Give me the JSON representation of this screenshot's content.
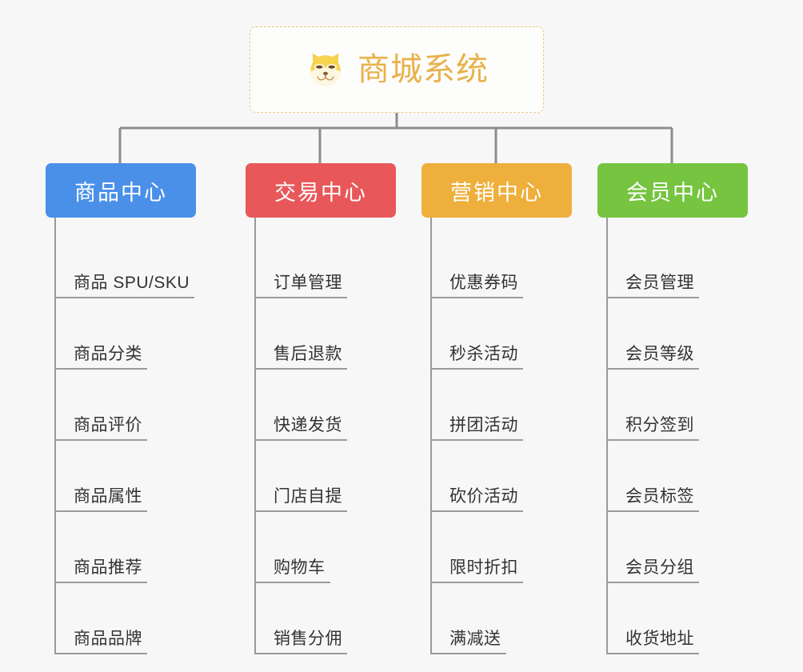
{
  "diagram": {
    "type": "mind-map",
    "background_color": "#f7f7f7",
    "root": {
      "title": "商城系统",
      "icon": "shiba-inu-dog-face-emoji",
      "border_color": "#eec985",
      "text_color": "#e8b14b",
      "background_color": "#fdfdfb"
    },
    "connector_color": "#8c8c8c",
    "branches": [
      {
        "label": "商品中心",
        "color": "#4a90e8",
        "items": [
          "商品 SPU/SKU",
          "商品分类",
          "商品评价",
          "商品属性",
          "商品推荐",
          "商品品牌"
        ]
      },
      {
        "label": "交易中心",
        "color": "#e8585a",
        "items": [
          "订单管理",
          "售后退款",
          "快递发货",
          "门店自提",
          "购物车",
          "销售分佣"
        ]
      },
      {
        "label": "营销中心",
        "color": "#eeaf3c",
        "items": [
          "优惠券码",
          "秒杀活动",
          "拼团活动",
          "砍价活动",
          "限时折扣",
          "满减送"
        ]
      },
      {
        "label": "会员中心",
        "color": "#76c440",
        "items": [
          "会员管理",
          "会员等级",
          "积分签到",
          "会员标签",
          "会员分组",
          "收货地址"
        ]
      }
    ]
  }
}
